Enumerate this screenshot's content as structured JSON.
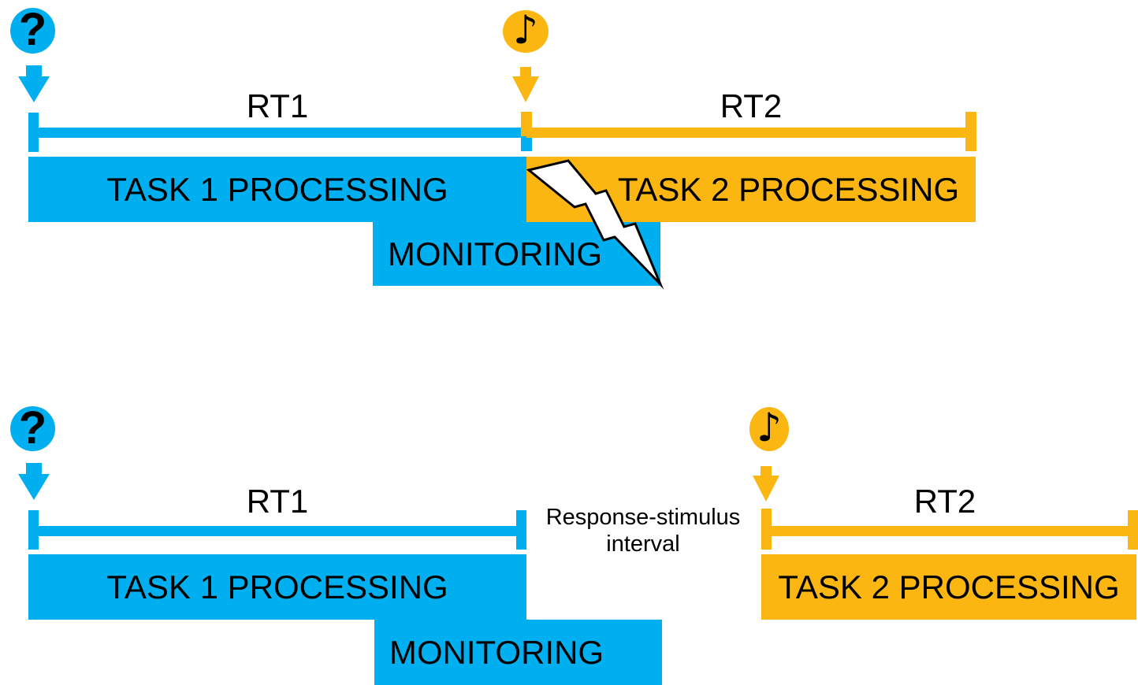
{
  "labels": {
    "rt1": "RT1",
    "rt2": "RT2",
    "task1": "TASK 1 PROCESSING",
    "task2": "TASK 2 PROCESSING",
    "monitoring": "MONITORING",
    "rsi_line1": "Response-stimulus",
    "rsi_line2": "interval"
  },
  "icons": {
    "question_glyph": "?",
    "note_glyph": "♪"
  },
  "colors": {
    "task1_blue": "#00AFF0",
    "task2_orange": "#FBB612",
    "text": "#000000",
    "bolt_fill": "#FFFFFF",
    "bolt_outline": "#000000",
    "background": "#FFFFFF"
  },
  "panels": [
    {
      "id": "short-response-stimulus-interval",
      "position": "top"
    },
    {
      "id": "long-response-stimulus-interval",
      "position": "bottom"
    }
  ]
}
